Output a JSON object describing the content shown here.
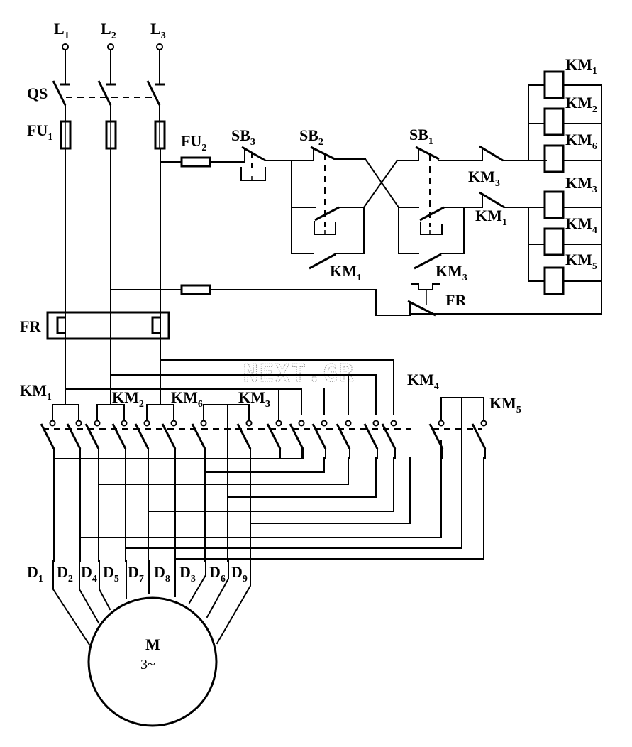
{
  "diagram": {
    "title": "Three-phase multi-speed motor control circuit",
    "watermark": "NEXT.GR",
    "supply_lines": [
      {
        "name": "L",
        "sub": "1"
      },
      {
        "name": "L",
        "sub": "2"
      },
      {
        "name": "L",
        "sub": "3"
      }
    ],
    "labels": {
      "qs": "QS",
      "fu1": {
        "name": "FU",
        "sub": "1"
      },
      "fu2": {
        "name": "FU",
        "sub": "2"
      },
      "sb3": {
        "name": "SB",
        "sub": "3"
      },
      "sb2": {
        "name": "SB",
        "sub": "2"
      },
      "sb1": {
        "name": "SB",
        "sub": "1"
      },
      "km3_nc": {
        "name": "KM",
        "sub": "3"
      },
      "km1_nc": {
        "name": "KM",
        "sub": "1"
      },
      "km1_hold": {
        "name": "KM",
        "sub": "1"
      },
      "km3_hold": {
        "name": "KM",
        "sub": "3"
      },
      "fr_ctrl": "FR",
      "fr_main": "FR"
    },
    "coils": [
      {
        "name": "KM",
        "sub": "1"
      },
      {
        "name": "KM",
        "sub": "2"
      },
      {
        "name": "KM",
        "sub": "6"
      },
      {
        "name": "KM",
        "sub": "3"
      },
      {
        "name": "KM",
        "sub": "4"
      },
      {
        "name": "KM",
        "sub": "5"
      }
    ],
    "contactor_groups": [
      {
        "name": "KM",
        "sub": "1"
      },
      {
        "name": "KM",
        "sub": "2"
      },
      {
        "name": "KM",
        "sub": "6"
      },
      {
        "name": "KM",
        "sub": "3"
      },
      {
        "name": "KM",
        "sub": "4"
      },
      {
        "name": "KM",
        "sub": "5"
      }
    ],
    "motor_terminals": [
      {
        "name": "D",
        "sub": "1"
      },
      {
        "name": "D",
        "sub": "2"
      },
      {
        "name": "D",
        "sub": "4"
      },
      {
        "name": "D",
        "sub": "5"
      },
      {
        "name": "D",
        "sub": "7"
      },
      {
        "name": "D",
        "sub": "8"
      },
      {
        "name": "D",
        "sub": "3"
      },
      {
        "name": "D",
        "sub": "6"
      },
      {
        "name": "D",
        "sub": "9"
      }
    ],
    "motor": {
      "name": "M",
      "type": "3~"
    }
  }
}
